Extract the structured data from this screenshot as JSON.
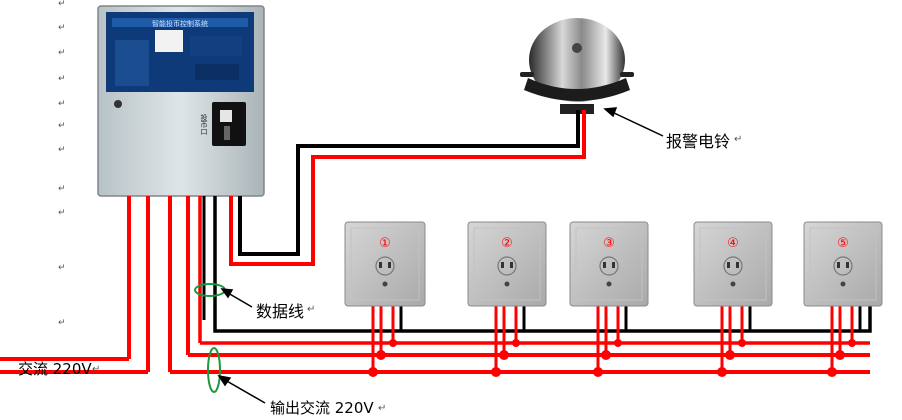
{
  "labels": {
    "alarm_bell": "报警电铃",
    "data_line": "数据线",
    "ac_input": "交流 220V",
    "ac_output": "输出交流 220V"
  },
  "paragraph_mark": "↵",
  "controller": {
    "panel_title": "智能投币控制系统",
    "coin_slot_label": "投币口"
  },
  "sockets": [
    {
      "number": "①"
    },
    {
      "number": "②"
    },
    {
      "number": "③"
    },
    {
      "number": "④"
    },
    {
      "number": "⑤"
    }
  ],
  "colors": {
    "power_wire": "#ff0000",
    "signal_wire": "#000000",
    "highlight_ellipse": "#1a9a3a",
    "socket_number": "#ff0000"
  }
}
